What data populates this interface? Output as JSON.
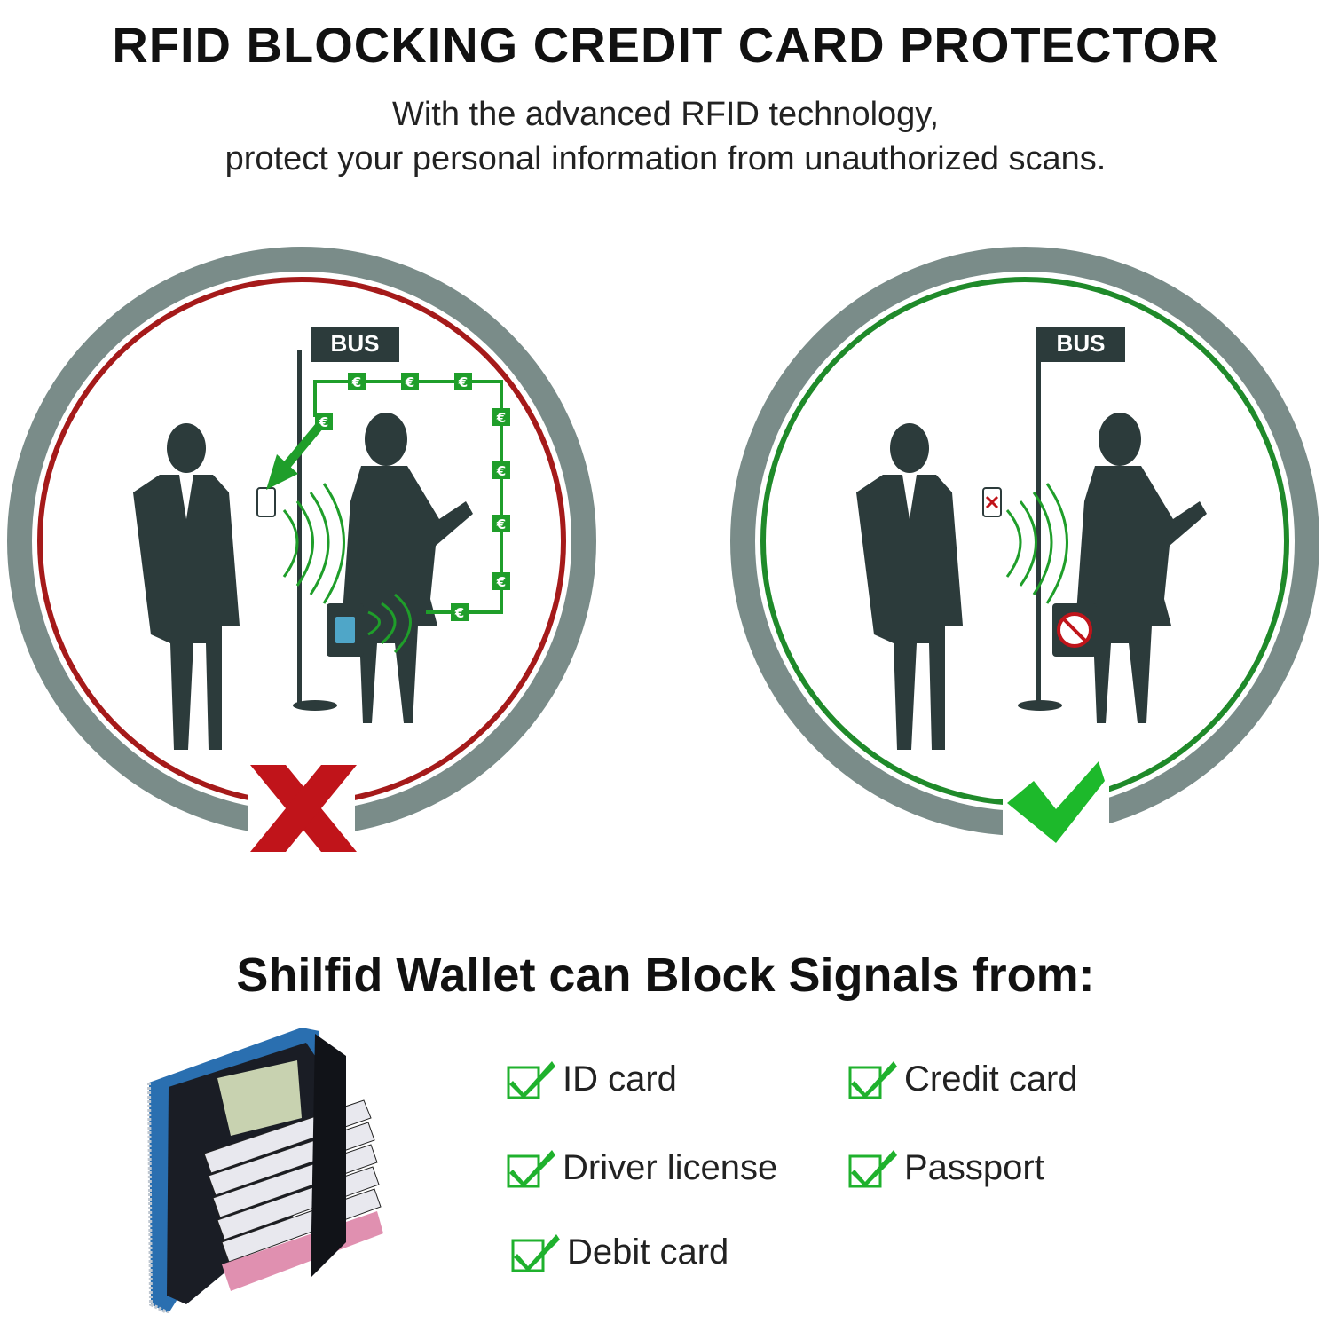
{
  "header": {
    "title": "RFID BLOCKING CREDIT CARD PROTECTOR",
    "subtitle_line1": "With the advanced RFID technology,",
    "subtitle_line2": "protect your personal information from unauthorized scans."
  },
  "scenes": {
    "unprotected": {
      "sign_label": "BUS",
      "result_icon": "red-x-icon",
      "ring_color": "#a51a1a",
      "result_color": "#c0141a"
    },
    "protected": {
      "sign_label": "BUS",
      "result_icon": "green-check-icon",
      "ring_color": "#1f8a2a",
      "result_color": "#1db92b"
    },
    "outer_ring_color": "#7a8c89",
    "silhouette_color": "#2c3b3b",
    "signal_color": "#1f9e2a",
    "currency_symbol": "€"
  },
  "block_section": {
    "title": "Shilfid Wallet can Block Signals from:",
    "items": [
      {
        "label": "ID card"
      },
      {
        "label": "Credit card"
      },
      {
        "label": "Driver license"
      },
      {
        "label": "Passport"
      },
      {
        "label": "Debit card"
      }
    ],
    "check_color": "#1fb12d"
  }
}
